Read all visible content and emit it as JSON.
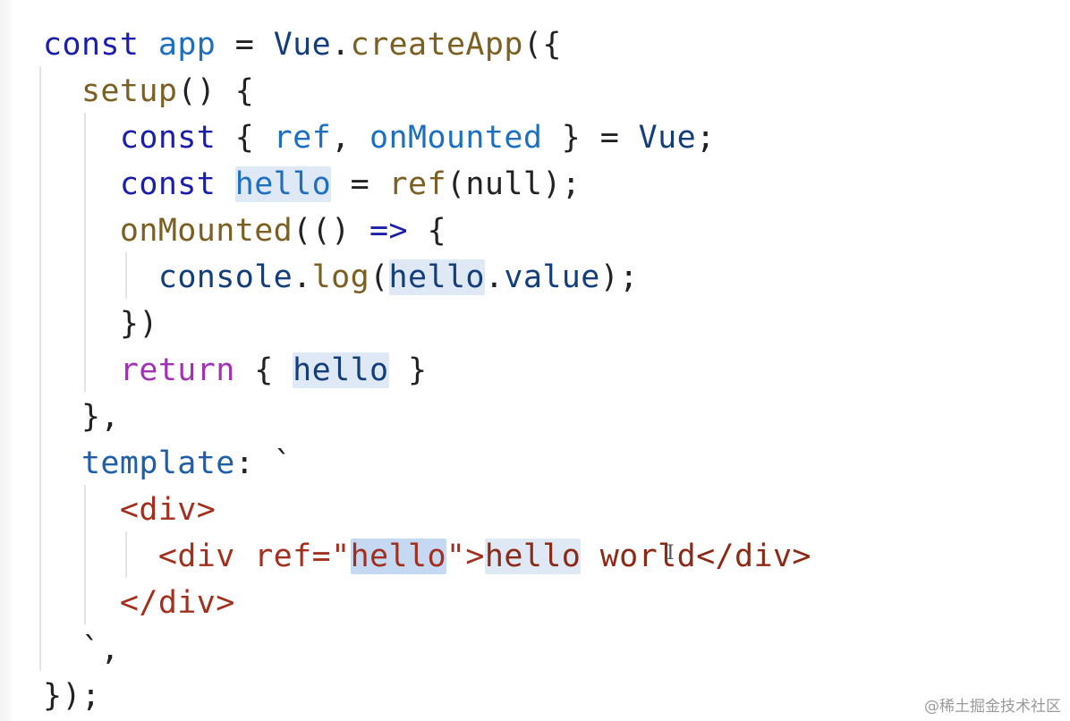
{
  "editor": {
    "lines": [
      [
        {
          "t": "const",
          "c": "kw"
        },
        {
          "t": " ",
          "c": "plain"
        },
        {
          "t": "app",
          "c": "var"
        },
        {
          "t": " = ",
          "c": "plain"
        },
        {
          "t": "Vue",
          "c": "name"
        },
        {
          "t": ".",
          "c": "plain"
        },
        {
          "t": "createApp",
          "c": "fn"
        },
        {
          "t": "({",
          "c": "plain"
        }
      ],
      [
        {
          "t": "  ",
          "c": "plain"
        },
        {
          "t": "setup",
          "c": "fn"
        },
        {
          "t": "() {",
          "c": "plain"
        }
      ],
      [
        {
          "t": "    ",
          "c": "plain"
        },
        {
          "t": "const",
          "c": "kw"
        },
        {
          "t": " { ",
          "c": "plain"
        },
        {
          "t": "ref",
          "c": "var"
        },
        {
          "t": ", ",
          "c": "plain"
        },
        {
          "t": "onMounted",
          "c": "var"
        },
        {
          "t": " } = ",
          "c": "plain"
        },
        {
          "t": "Vue",
          "c": "name"
        },
        {
          "t": ";",
          "c": "plain"
        }
      ],
      [
        {
          "t": "    ",
          "c": "plain"
        },
        {
          "t": "const",
          "c": "kw"
        },
        {
          "t": " ",
          "c": "plain"
        },
        {
          "t": "hello",
          "c": "var",
          "h": "read"
        },
        {
          "t": " = ",
          "c": "plain"
        },
        {
          "t": "ref",
          "c": "fn"
        },
        {
          "t": "(null);",
          "c": "plain"
        }
      ],
      [
        {
          "t": "    ",
          "c": "plain"
        },
        {
          "t": "onMounted",
          "c": "fn"
        },
        {
          "t": "(() ",
          "c": "plain"
        },
        {
          "t": "=>",
          "c": "op"
        },
        {
          "t": " {",
          "c": "plain"
        }
      ],
      [
        {
          "t": "      ",
          "c": "plain"
        },
        {
          "t": "console",
          "c": "name"
        },
        {
          "t": ".",
          "c": "plain"
        },
        {
          "t": "log",
          "c": "fn"
        },
        {
          "t": "(",
          "c": "plain"
        },
        {
          "t": "hello",
          "c": "name",
          "h": "read"
        },
        {
          "t": ".",
          "c": "plain"
        },
        {
          "t": "value",
          "c": "name"
        },
        {
          "t": ");",
          "c": "plain"
        }
      ],
      [
        {
          "t": "    })",
          "c": "plain"
        }
      ],
      [
        {
          "t": "    ",
          "c": "plain"
        },
        {
          "t": "return",
          "c": "ctrl"
        },
        {
          "t": " { ",
          "c": "plain"
        },
        {
          "t": "hello",
          "c": "name",
          "h": "read"
        },
        {
          "t": " }",
          "c": "plain"
        }
      ],
      [
        {
          "t": "  },",
          "c": "plain"
        }
      ],
      [
        {
          "t": "  ",
          "c": "plain"
        },
        {
          "t": "template",
          "c": "prop"
        },
        {
          "t": ": `",
          "c": "plain"
        }
      ],
      [
        {
          "t": "    ",
          "c": "plain"
        },
        {
          "t": "<div>",
          "c": "tag"
        }
      ],
      [
        {
          "t": "      ",
          "c": "plain"
        },
        {
          "t": "<div ref=\"",
          "c": "tag"
        },
        {
          "t": "hello",
          "c": "tag",
          "h": "sel"
        },
        {
          "t": "\">",
          "c": "tag"
        },
        {
          "t": "hello",
          "c": "txt",
          "h": "read"
        },
        {
          "t": " world</div>",
          "c": "txt"
        }
      ],
      [
        {
          "t": "    ",
          "c": "plain"
        },
        {
          "t": "</div>",
          "c": "tag"
        }
      ],
      [
        {
          "t": "  `,",
          "c": "plain"
        }
      ],
      [
        {
          "t": "});",
          "c": "plain"
        }
      ]
    ],
    "cursor_glyph": "I"
  },
  "watermark": "@稀土掘金技术社区"
}
